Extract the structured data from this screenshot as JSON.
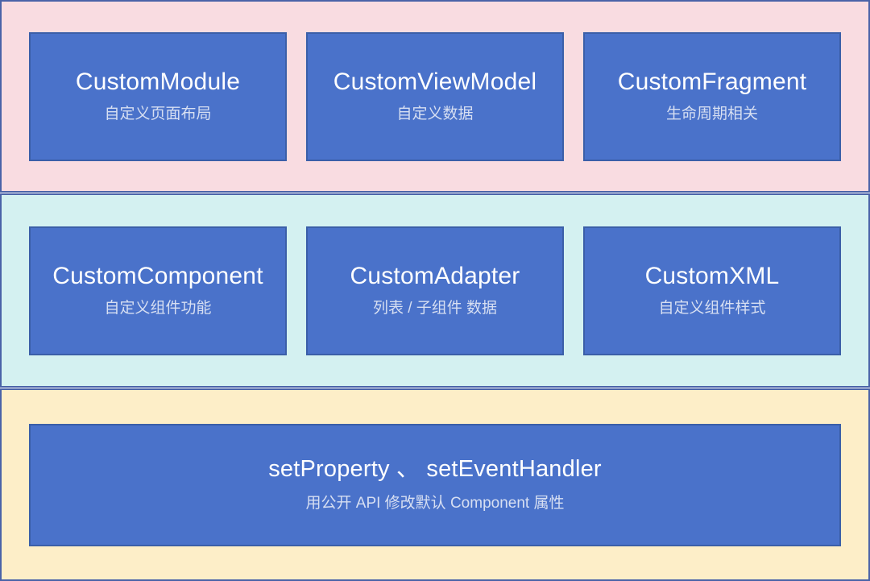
{
  "diagram": {
    "title": "Custom component architecture layers",
    "colors": {
      "node_fill": "#4a72ca",
      "node_border": "#3b5fa8",
      "band_border": "#4a63a8",
      "band_presentation_bg": "#f9dce1",
      "band_component_bg": "#d4f1f1",
      "band_api_bg": "#fdeec8",
      "title_text": "#ffffff",
      "subtitle_text": "#d7dff2"
    },
    "bands": [
      {
        "key": "presentation",
        "nodes": [
          {
            "title": "CustomModule",
            "subtitle": "自定义页面布局"
          },
          {
            "title": "CustomViewModel",
            "subtitle": "自定义数据"
          },
          {
            "title": "CustomFragment",
            "subtitle": "生命周期相关"
          }
        ]
      },
      {
        "key": "component",
        "nodes": [
          {
            "title": "CustomComponent",
            "subtitle": "自定义组件功能"
          },
          {
            "title": "CustomAdapter",
            "subtitle": "列表 / 子组件 数据"
          },
          {
            "title": "CustomXML",
            "subtitle": "自定义组件样式"
          }
        ]
      },
      {
        "key": "api",
        "nodes": [
          {
            "title": "setProperty 、 setEventHandler",
            "subtitle": "用公开 API 修改默认 Component 属性"
          }
        ]
      }
    ]
  }
}
